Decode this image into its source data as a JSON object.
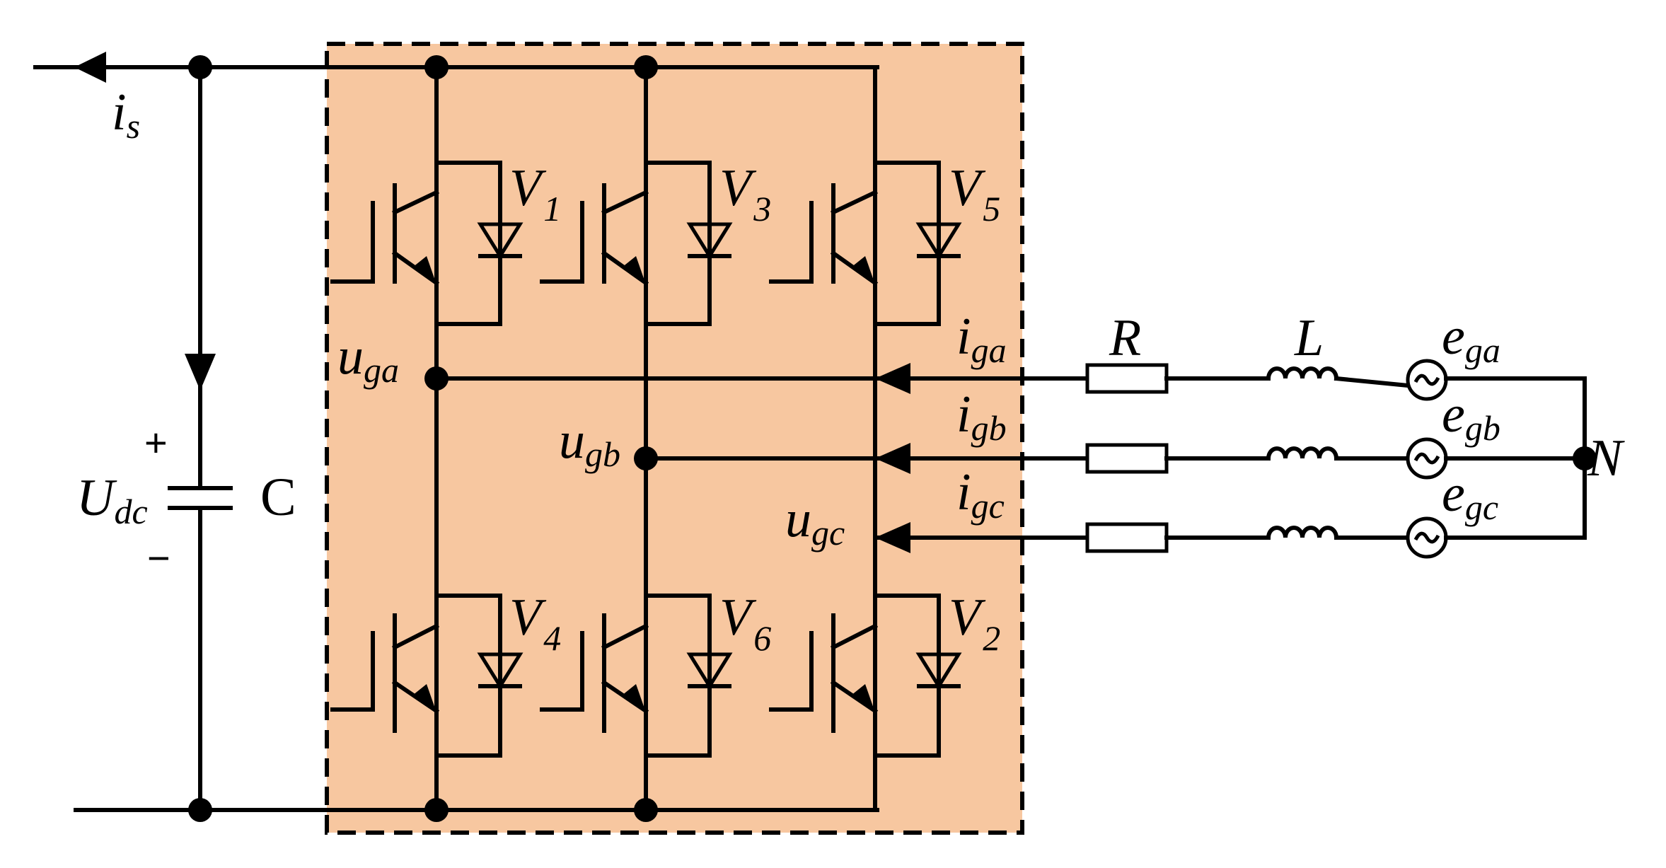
{
  "colors": {
    "bridge_fill": "#f7c7a0",
    "line": "#000000"
  },
  "labels": {
    "is": {
      "main": "i",
      "sub": "s"
    },
    "udc": {
      "main": "U",
      "sub": "dc"
    },
    "plus": "+",
    "minus": "−",
    "cap": "C",
    "v1": {
      "main": "V",
      "sub": "1"
    },
    "v3": {
      "main": "V",
      "sub": "3"
    },
    "v5": {
      "main": "V",
      "sub": "5"
    },
    "v4": {
      "main": "V",
      "sub": "4"
    },
    "v6": {
      "main": "V",
      "sub": "6"
    },
    "v2": {
      "main": "V",
      "sub": "2"
    },
    "uga": {
      "main": "u",
      "sub": "ga"
    },
    "ugb": {
      "main": "u",
      "sub": "gb"
    },
    "ugc": {
      "main": "u",
      "sub": "gc"
    },
    "iga": {
      "main": "i",
      "sub": "ga"
    },
    "igb": {
      "main": "i",
      "sub": "gb"
    },
    "igc": {
      "main": "i",
      "sub": "gc"
    },
    "r": "R",
    "l": "L",
    "ega": {
      "main": "e",
      "sub": "ga"
    },
    "egb": {
      "main": "e",
      "sub": "gb"
    },
    "egc": {
      "main": "e",
      "sub": "gc"
    },
    "n": "N"
  }
}
